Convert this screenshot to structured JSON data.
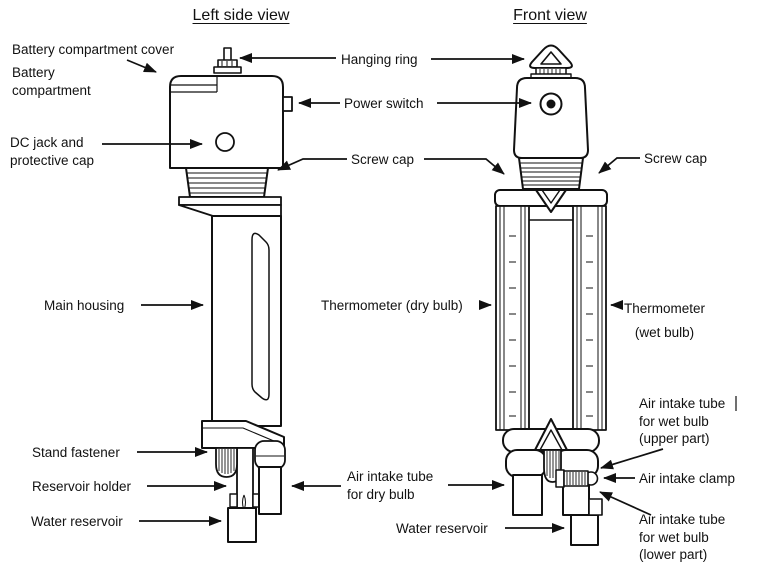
{
  "colors": {
    "line": "#111111",
    "background": "#ffffff"
  },
  "titles": {
    "left": "Left side view",
    "front": "Front view"
  },
  "labels": {
    "battery_cover": "Battery compartment cover",
    "battery_compartment": [
      "Battery",
      "compartment"
    ],
    "dc_jack": [
      "DC jack and",
      "protective cap"
    ],
    "hanging_ring": "Hanging ring",
    "power_switch": "Power switch",
    "screw_cap_center": "Screw cap",
    "screw_cap_right": "Screw cap",
    "main_housing": "Main housing",
    "thermometer_dry": "Thermometer (dry bulb)",
    "thermometer_wet": [
      "Thermometer",
      "(wet bulb)"
    ],
    "stand_fastener": "Stand fastener",
    "reservoir_holder": "Reservoir holder",
    "water_reservoir_left": "Water reservoir",
    "water_reservoir_front": "Water reservoir",
    "air_intake_dry": [
      "Air intake tube",
      "for dry bulb"
    ],
    "air_intake_wet_upper": [
      "Air intake tube",
      "for wet bulb",
      "(upper part)"
    ],
    "air_intake_clamp": "Air intake clamp",
    "air_intake_wet_lower": [
      "Air intake tube",
      "for wet bulb",
      "(lower part)"
    ]
  }
}
